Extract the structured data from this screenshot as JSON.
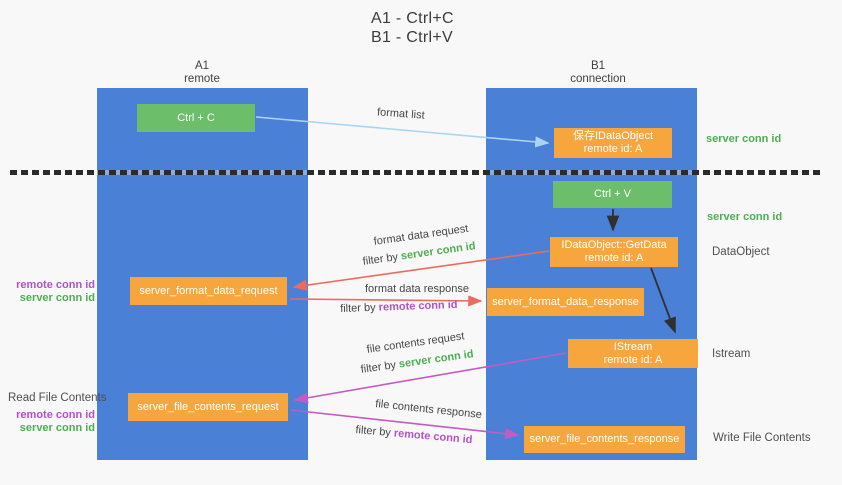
{
  "title": {
    "line1": "A1 - Ctrl+C",
    "line2": "B1 - Ctrl+V"
  },
  "lifelines": {
    "a1": {
      "name": "A1",
      "role": "remote"
    },
    "b1": {
      "name": "B1",
      "role": "connection"
    }
  },
  "nodes": {
    "ctrl_c": {
      "label": "Ctrl + C"
    },
    "ctrl_v": {
      "label": "Ctrl + V"
    },
    "save_idataobject": {
      "line1": "保存IDataObject",
      "line2": "remote id: A"
    },
    "getdata": {
      "line1": "IDataObject::GetData",
      "line2": "remote id: A"
    },
    "istream": {
      "line1": "IStream",
      "line2": "remote id: A"
    },
    "format_request": {
      "label": "server_format_data_request"
    },
    "format_response": {
      "label": "server_format_data_response"
    },
    "file_request": {
      "label": "server_file_contents_request"
    },
    "file_response": {
      "label": "server_file_contents_response"
    }
  },
  "messages": {
    "format_list": {
      "label": "format list"
    },
    "format_data_request": {
      "label": "format data request",
      "filter_prefix": "filter by ",
      "filter_key": "server conn id"
    },
    "format_data_response": {
      "label": "format data response",
      "filter_prefix": "filter by ",
      "filter_key": "remote conn id"
    },
    "file_contents_request": {
      "label": "file contents request",
      "filter_prefix": "filter by ",
      "filter_key": "server conn id"
    },
    "file_contents_response": {
      "label": "file contents response",
      "filter_prefix": "filter by ",
      "filter_key": "remote conn id"
    }
  },
  "annotations": {
    "server_conn_id_top": "server conn id",
    "server_conn_id_mid": "server conn id",
    "dataobject": "DataObject",
    "istream": "Istream",
    "read_file_contents": "Read File Contents",
    "write_file_contents": "Write File Contents",
    "format_pair": {
      "remote": "remote conn id",
      "server": "server conn id"
    },
    "file_pair": {
      "remote": "remote conn id",
      "server": "server conn id"
    }
  },
  "colors": {
    "lifeline_blue": "#4a80d6",
    "action_green": "#6cbe6b",
    "message_orange": "#f7a63d",
    "server_conn_green": "#4caf50",
    "remote_conn_purple": "#b351c9",
    "format_arrow_red": "#ed6a5e",
    "file_arrow_magenta": "#c45ac4",
    "format_list_blue": "#a9d5f2",
    "black_arrow": "#303030",
    "background": "#f8f8f8"
  }
}
